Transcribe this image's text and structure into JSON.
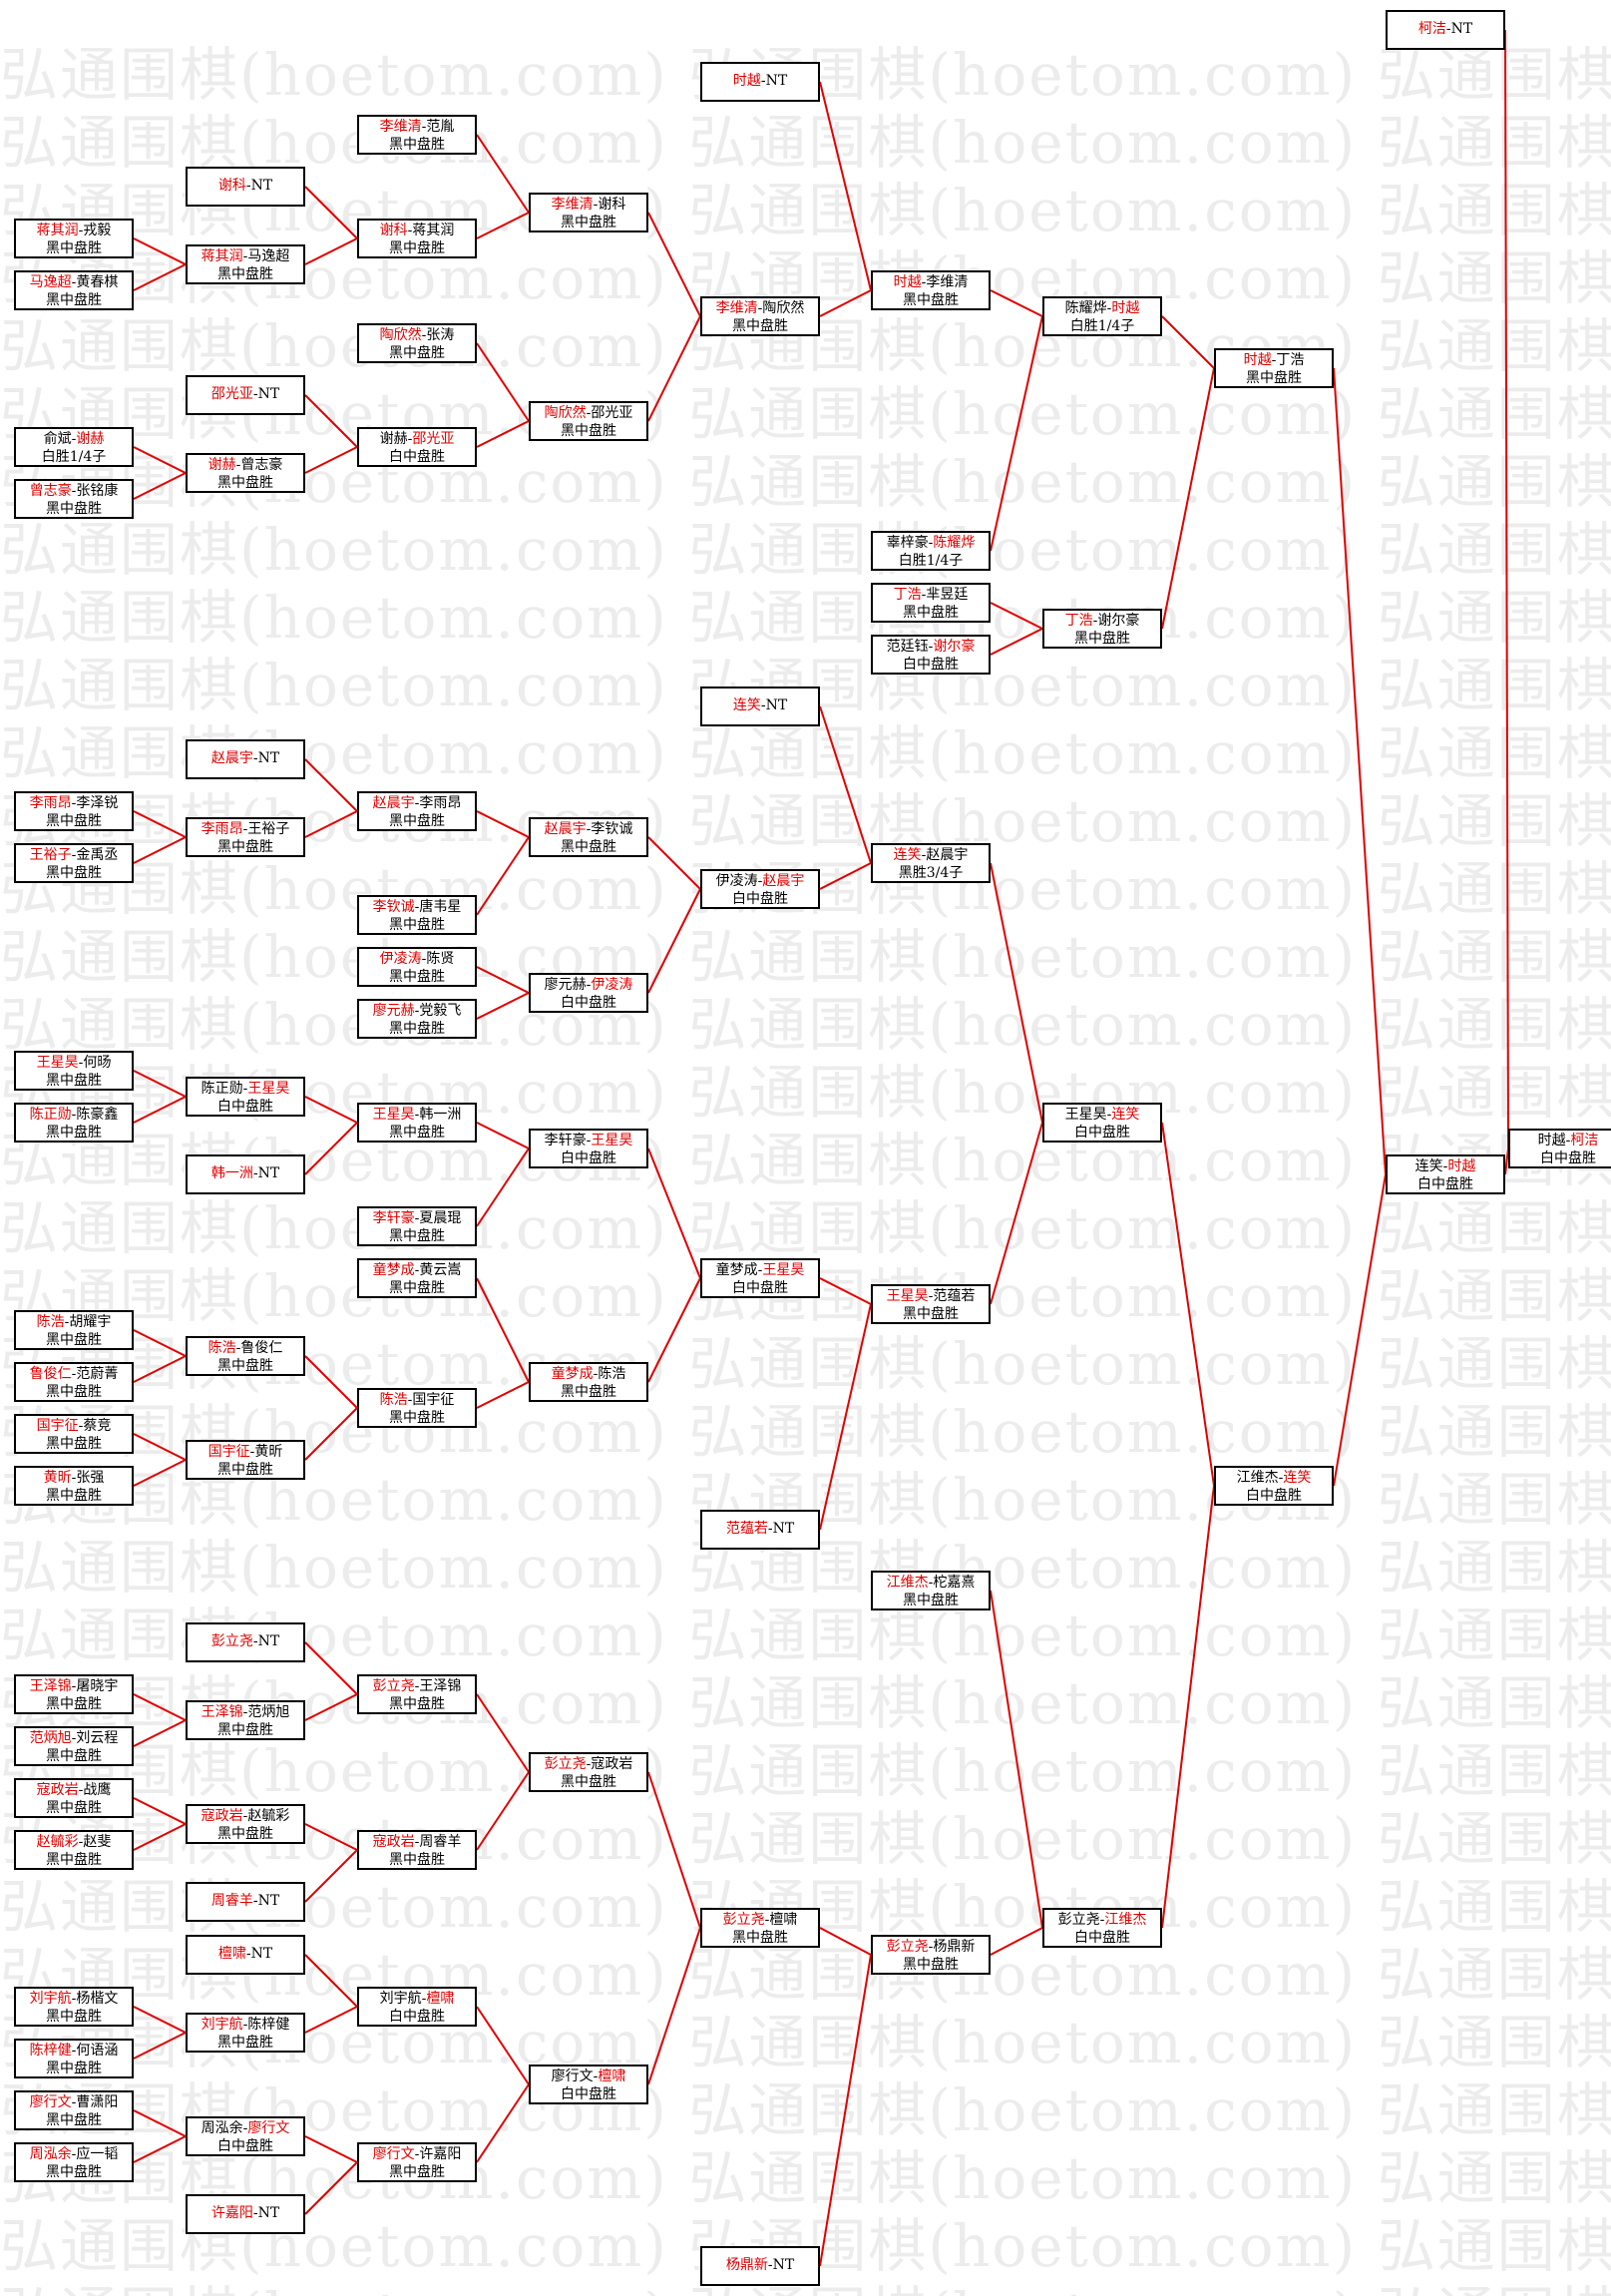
{
  "watermark": "弘通围棋(hoetom.com)",
  "colors": {
    "winner": "#e00000",
    "line": "#e00000",
    "border": "#000000"
  },
  "matches": [
    {
      "id": "r1m01",
      "p1": "蒋其润",
      "p2": "戎毅",
      "winner": 1,
      "result": "黑中盘胜"
    },
    {
      "id": "r1m02",
      "p1": "马逸超",
      "p2": "黄春棋",
      "winner": 1,
      "result": "黑中盘胜"
    },
    {
      "id": "r1m03",
      "p1": "俞斌",
      "p2": "谢赫",
      "winner": 2,
      "result": "白胜1/4子"
    },
    {
      "id": "r1m04",
      "p1": "曾志豪",
      "p2": "张铭康",
      "winner": 1,
      "result": "黑中盘胜"
    },
    {
      "id": "r1m05",
      "p1": "李雨昂",
      "p2": "李泽锐",
      "winner": 1,
      "result": "黑中盘胜"
    },
    {
      "id": "r1m06",
      "p1": "王裕子",
      "p2": "金禹丞",
      "winner": 1,
      "result": "黑中盘胜"
    },
    {
      "id": "r1m07",
      "p1": "王星昊",
      "p2": "何旸",
      "winner": 1,
      "result": "黑中盘胜"
    },
    {
      "id": "r1m08",
      "p1": "陈正勋",
      "p2": "陈豪鑫",
      "winner": 1,
      "result": "黑中盘胜"
    },
    {
      "id": "r1m09",
      "p1": "陈浩",
      "p2": "胡耀宇",
      "winner": 1,
      "result": "黑中盘胜"
    },
    {
      "id": "r1m10",
      "p1": "鲁俊仁",
      "p2": "范蔚菁",
      "winner": 1,
      "result": "黑中盘胜"
    },
    {
      "id": "r1m11",
      "p1": "国宇征",
      "p2": "蔡竞",
      "winner": 1,
      "result": "黑中盘胜"
    },
    {
      "id": "r1m12",
      "p1": "黄昕",
      "p2": "张强",
      "winner": 1,
      "result": "黑中盘胜"
    },
    {
      "id": "r1m13",
      "p1": "王泽锦",
      "p2": "屠晓宇",
      "winner": 1,
      "result": "黑中盘胜"
    },
    {
      "id": "r1m14",
      "p1": "范炳旭",
      "p2": "刘云程",
      "winner": 1,
      "result": "黑中盘胜"
    },
    {
      "id": "r1m15",
      "p1": "寇政岩",
      "p2": "战鹰",
      "winner": 1,
      "result": "黑中盘胜"
    },
    {
      "id": "r1m16",
      "p1": "赵毓彩",
      "p2": "赵斐",
      "winner": 1,
      "result": "黑中盘胜"
    },
    {
      "id": "r1m17",
      "p1": "刘宇航",
      "p2": "杨楷文",
      "winner": 1,
      "result": "黑中盘胜"
    },
    {
      "id": "r1m18",
      "p1": "陈梓健",
      "p2": "何语涵",
      "winner": 1,
      "result": "黑中盘胜"
    },
    {
      "id": "r1m19",
      "p1": "廖行文",
      "p2": "曹潇阳",
      "winner": 1,
      "result": "黑中盘胜"
    },
    {
      "id": "r1m20",
      "p1": "周泓余",
      "p2": "应一韬",
      "winner": 1,
      "result": "黑中盘胜"
    },
    {
      "id": "r2m01",
      "p1": "谢科",
      "p2": "NT",
      "winner": 1,
      "result": ""
    },
    {
      "id": "r2m02",
      "p1": "蒋其润",
      "p2": "马逸超",
      "winner": 1,
      "result": "黑中盘胜"
    },
    {
      "id": "r2m03",
      "p1": "邵光亚",
      "p2": "NT",
      "winner": 1,
      "result": ""
    },
    {
      "id": "r2m04",
      "p1": "谢赫",
      "p2": "曾志豪",
      "winner": 1,
      "result": "黑中盘胜"
    },
    {
      "id": "r2m05",
      "p1": "赵晨宇",
      "p2": "NT",
      "winner": 1,
      "result": ""
    },
    {
      "id": "r2m06",
      "p1": "李雨昂",
      "p2": "王裕子",
      "winner": 1,
      "result": "黑中盘胜"
    },
    {
      "id": "r2m07",
      "p1": "陈正勋",
      "p2": "王星昊",
      "winner": 2,
      "result": "白中盘胜"
    },
    {
      "id": "r2m08",
      "p1": "韩一洲",
      "p2": "NT",
      "winner": 1,
      "result": ""
    },
    {
      "id": "r2m09",
      "p1": "陈浩",
      "p2": "鲁俊仁",
      "winner": 1,
      "result": "黑中盘胜"
    },
    {
      "id": "r2m10",
      "p1": "国宇征",
      "p2": "黄昕",
      "winner": 1,
      "result": "黑中盘胜"
    },
    {
      "id": "r2m11",
      "p1": "彭立尧",
      "p2": "NT",
      "winner": 1,
      "result": ""
    },
    {
      "id": "r2m12",
      "p1": "王泽锦",
      "p2": "范炳旭",
      "winner": 1,
      "result": "黑中盘胜"
    },
    {
      "id": "r2m13",
      "p1": "寇政岩",
      "p2": "赵毓彩",
      "winner": 1,
      "result": "黑中盘胜"
    },
    {
      "id": "r2m14",
      "p1": "周睿羊",
      "p2": "NT",
      "winner": 1,
      "result": ""
    },
    {
      "id": "r2m15",
      "p1": "檀啸",
      "p2": "NT",
      "winner": 1,
      "result": ""
    },
    {
      "id": "r2m16",
      "p1": "刘宇航",
      "p2": "陈梓健",
      "winner": 1,
      "result": "黑中盘胜"
    },
    {
      "id": "r2m17",
      "p1": "周泓余",
      "p2": "廖行文",
      "winner": 2,
      "result": "白中盘胜"
    },
    {
      "id": "r2m18",
      "p1": "许嘉阳",
      "p2": "NT",
      "winner": 1,
      "result": ""
    },
    {
      "id": "r3m01",
      "p1": "李维清",
      "p2": "范胤",
      "winner": 1,
      "result": "黑中盘胜"
    },
    {
      "id": "r3m02",
      "p1": "谢科",
      "p2": "蒋其润",
      "winner": 1,
      "result": "黑中盘胜"
    },
    {
      "id": "r3m03",
      "p1": "陶欣然",
      "p2": "张涛",
      "winner": 1,
      "result": "黑中盘胜"
    },
    {
      "id": "r3m04",
      "p1": "谢赫",
      "p2": "邵光亚",
      "winner": 2,
      "result": "白中盘胜"
    },
    {
      "id": "r3m05",
      "p1": "赵晨宇",
      "p2": "李雨昂",
      "winner": 1,
      "result": "黑中盘胜"
    },
    {
      "id": "r3m06",
      "p1": "李钦诚",
      "p2": "唐韦星",
      "winner": 1,
      "result": "黑中盘胜"
    },
    {
      "id": "r3m07",
      "p1": "伊凌涛",
      "p2": "陈贤",
      "winner": 1,
      "result": "黑中盘胜"
    },
    {
      "id": "r3m08",
      "p1": "廖元赫",
      "p2": "党毅飞",
      "winner": 1,
      "result": "黑中盘胜"
    },
    {
      "id": "r3m09",
      "p1": "王星昊",
      "p2": "韩一洲",
      "winner": 1,
      "result": "黑中盘胜"
    },
    {
      "id": "r3m10",
      "p1": "李轩豪",
      "p2": "夏晨琨",
      "winner": 1,
      "result": "黑中盘胜"
    },
    {
      "id": "r3m11",
      "p1": "童梦成",
      "p2": "黄云嵩",
      "winner": 1,
      "result": "黑中盘胜"
    },
    {
      "id": "r3m12",
      "p1": "陈浩",
      "p2": "国宇征",
      "winner": 1,
      "result": "黑中盘胜"
    },
    {
      "id": "r3m13",
      "p1": "彭立尧",
      "p2": "王泽锦",
      "winner": 1,
      "result": "黑中盘胜"
    },
    {
      "id": "r3m14",
      "p1": "寇政岩",
      "p2": "周睿羊",
      "winner": 1,
      "result": "黑中盘胜"
    },
    {
      "id": "r3m15",
      "p1": "刘宇航",
      "p2": "檀啸",
      "winner": 2,
      "result": "白中盘胜"
    },
    {
      "id": "r3m16",
      "p1": "廖行文",
      "p2": "许嘉阳",
      "winner": 1,
      "result": "黑中盘胜"
    },
    {
      "id": "r4m01",
      "p1": "李维清",
      "p2": "谢科",
      "winner": 1,
      "result": "黑中盘胜"
    },
    {
      "id": "r4m02",
      "p1": "陶欣然",
      "p2": "邵光亚",
      "winner": 1,
      "result": "黑中盘胜"
    },
    {
      "id": "r4m03",
      "p1": "赵晨宇",
      "p2": "李钦诚",
      "winner": 1,
      "result": "黑中盘胜"
    },
    {
      "id": "r4m04",
      "p1": "廖元赫",
      "p2": "伊凌涛",
      "winner": 2,
      "result": "白中盘胜"
    },
    {
      "id": "r4m05",
      "p1": "李轩豪",
      "p2": "王星昊",
      "winner": 2,
      "result": "白中盘胜"
    },
    {
      "id": "r4m06",
      "p1": "童梦成",
      "p2": "陈浩",
      "winner": 1,
      "result": "黑中盘胜"
    },
    {
      "id": "r4m07",
      "p1": "彭立尧",
      "p2": "寇政岩",
      "winner": 1,
      "result": "黑中盘胜"
    },
    {
      "id": "r4m08",
      "p1": "廖行文",
      "p2": "檀啸",
      "winner": 2,
      "result": "白中盘胜"
    },
    {
      "id": "r5m01",
      "p1": "时越",
      "p2": "NT",
      "winner": 1,
      "result": ""
    },
    {
      "id": "r5m02",
      "p1": "李维清",
      "p2": "陶欣然",
      "winner": 1,
      "result": "黑中盘胜"
    },
    {
      "id": "r5m03",
      "p1": "连笑",
      "p2": "NT",
      "winner": 1,
      "result": ""
    },
    {
      "id": "r5m04",
      "p1": "伊凌涛",
      "p2": "赵晨宇",
      "winner": 2,
      "result": "白中盘胜"
    },
    {
      "id": "r5m05",
      "p1": "童梦成",
      "p2": "王星昊",
      "winner": 2,
      "result": "白中盘胜"
    },
    {
      "id": "r5m06",
      "p1": "范蕴若",
      "p2": "NT",
      "winner": 1,
      "result": ""
    },
    {
      "id": "r5m07",
      "p1": "彭立尧",
      "p2": "檀啸",
      "winner": 1,
      "result": "黑中盘胜"
    },
    {
      "id": "r5m08",
      "p1": "杨鼎新",
      "p2": "NT",
      "winner": 1,
      "result": ""
    },
    {
      "id": "r6m01",
      "p1": "时越",
      "p2": "李维清",
      "winner": 1,
      "result": "黑中盘胜"
    },
    {
      "id": "r6m02",
      "p1": "辜梓豪",
      "p2": "陈耀烨",
      "winner": 2,
      "result": "白胜1/4子"
    },
    {
      "id": "r6m03",
      "p1": "丁浩",
      "p2": "芈昱廷",
      "winner": 1,
      "result": "黑中盘胜"
    },
    {
      "id": "r6m04",
      "p1": "范廷钰",
      "p2": "谢尔豪",
      "winner": 2,
      "result": "白中盘胜"
    },
    {
      "id": "r6m05",
      "p1": "连笑",
      "p2": "赵晨宇",
      "winner": 1,
      "result": "黑胜3/4子"
    },
    {
      "id": "r6m06",
      "p1": "王星昊",
      "p2": "范蕴若",
      "winner": 1,
      "result": "黑中盘胜"
    },
    {
      "id": "r6m07",
      "p1": "江维杰",
      "p2": "柁嘉熹",
      "winner": 1,
      "result": "黑中盘胜"
    },
    {
      "id": "r6m08",
      "p1": "彭立尧",
      "p2": "杨鼎新",
      "winner": 1,
      "result": "黑中盘胜"
    },
    {
      "id": "r7m01",
      "p1": "陈耀烨",
      "p2": "时越",
      "winner": 2,
      "result": "白胜1/4子"
    },
    {
      "id": "r7m02",
      "p1": "丁浩",
      "p2": "谢尔豪",
      "winner": 1,
      "result": "黑中盘胜"
    },
    {
      "id": "r7m03",
      "p1": "王星昊",
      "p2": "连笑",
      "winner": 2,
      "result": "白中盘胜"
    },
    {
      "id": "r7m04",
      "p1": "彭立尧",
      "p2": "江维杰",
      "winner": 2,
      "result": "白中盘胜"
    },
    {
      "id": "r8m01",
      "p1": "时越",
      "p2": "丁浩",
      "winner": 1,
      "result": "黑中盘胜"
    },
    {
      "id": "r8m02",
      "p1": "江维杰",
      "p2": "连笑",
      "winner": 2,
      "result": "白中盘胜"
    },
    {
      "id": "r9m01",
      "p1": "柯洁",
      "p2": "NT",
      "winner": 1,
      "result": ""
    },
    {
      "id": "r9m02",
      "p1": "连笑",
      "p2": "时越",
      "winner": 2,
      "result": "白中盘胜"
    },
    {
      "id": "r10m01",
      "p1": "时越",
      "p2": "柯洁",
      "winner": 2,
      "result": "白中盘胜"
    }
  ]
}
